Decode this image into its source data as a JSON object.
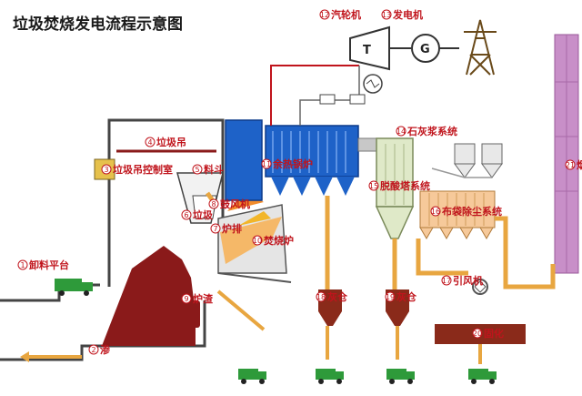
{
  "title": "垃圾焚烧发电流程示意图",
  "components": [
    {
      "num": "1",
      "label": "卸料平台"
    },
    {
      "num": "2",
      "label": "渗"
    },
    {
      "num": "3",
      "label": "垃圾吊控制室"
    },
    {
      "num": "4",
      "label": "垃圾吊"
    },
    {
      "num": "5",
      "label": "料斗"
    },
    {
      "num": "6",
      "label": "垃圾"
    },
    {
      "num": "7",
      "label": "炉排"
    },
    {
      "num": "8",
      "label": "鼓风机"
    },
    {
      "num": "9",
      "label": "炉渣"
    },
    {
      "num": "10",
      "label": "焚烧炉"
    },
    {
      "num": "11",
      "label": "余热锅炉"
    },
    {
      "num": "12",
      "label": "汽轮机"
    },
    {
      "num": "13",
      "label": "发电机"
    },
    {
      "num": "14",
      "label": "石灰浆系统"
    },
    {
      "num": "15",
      "label": "脱酸塔系统"
    },
    {
      "num": "16",
      "label": "布袋除尘系统"
    },
    {
      "num": "17",
      "label": "引风机"
    },
    {
      "num": "18",
      "label": "灰仓"
    },
    {
      "num": "19",
      "label": "灰仓"
    },
    {
      "num": "20",
      "label": "固化"
    },
    {
      "num": "21",
      "label": "烟囱"
    }
  ],
  "symbols": {
    "turbine": "T",
    "generator": "G"
  },
  "colors": {
    "label": "#c0141c",
    "pipe": "#e8a640",
    "boiler": "#1e62c8",
    "chimney": "#c88fc8",
    "waste": "#8a1a1a",
    "tank": "#8a2a1a",
    "truck": "#2e9a3a"
  }
}
